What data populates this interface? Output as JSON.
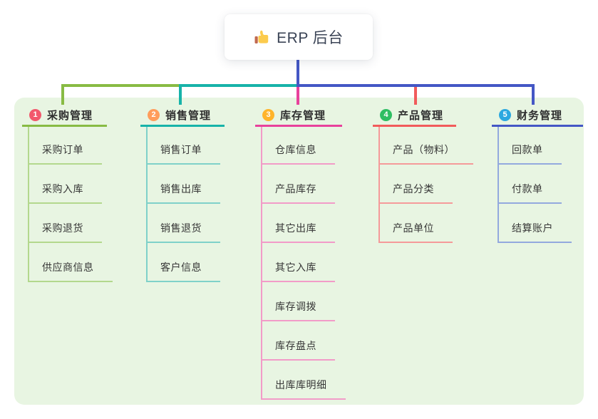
{
  "root": {
    "label": "ERP 后台",
    "icon": "thumbs-up-icon",
    "connector_color": "#4457c5"
  },
  "canvas": {
    "background": "#ffffff",
    "panel_color": "#e8f5e2"
  },
  "branches": [
    {
      "number": "1",
      "label": "采购管理",
      "badge_color": "#f2586c",
      "line_color": "#88bb44",
      "child_line_color": "#b3d88d",
      "children": [
        "采购订单",
        "采购入库",
        "采购退货",
        "供应商信息"
      ]
    },
    {
      "number": "2",
      "label": "销售管理",
      "badge_color": "#ff9d5b",
      "line_color": "#17b3a9",
      "child_line_color": "#7fd1c9",
      "children": [
        "销售订单",
        "销售出库",
        "销售退货",
        "客户信息"
      ]
    },
    {
      "number": "3",
      "label": "库存管理",
      "badge_color": "#ffb42a",
      "line_color": "#e8419c",
      "child_line_color": "#f29bc8",
      "children": [
        "仓库信息",
        "产品库存",
        "其它出库",
        "其它入库",
        "库存调拨",
        "库存盘点",
        "出库库明细"
      ]
    },
    {
      "number": "4",
      "label": "产品管理",
      "badge_color": "#2fbe63",
      "line_color": "#f15b5b",
      "child_line_color": "#f59a9a",
      "children": [
        "产品（物料）",
        "产品分类",
        "产品单位"
      ]
    },
    {
      "number": "5",
      "label": "财务管理",
      "badge_color": "#2ba8e0",
      "line_color": "#4457c5",
      "child_line_color": "#93a9de",
      "children": [
        "回款单",
        "付款单",
        "结算账户"
      ]
    }
  ]
}
